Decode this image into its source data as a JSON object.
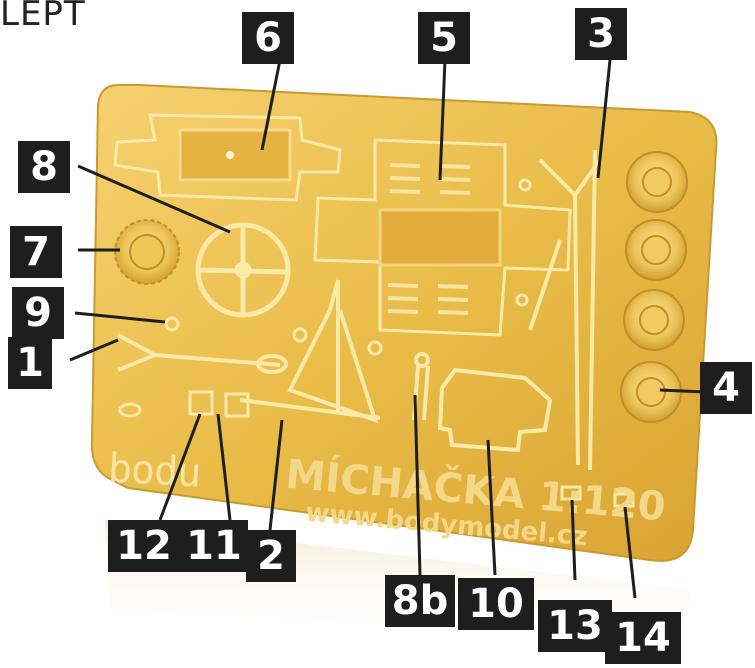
{
  "heading": "LEPT",
  "plate": {
    "brand": "bodu",
    "model_name": "MÍCHAČKA 1:120",
    "website": "www.bodymodel.cz"
  },
  "labels": {
    "l1": "1",
    "l2": "2",
    "l3": "3",
    "l4": "4",
    "l5": "5",
    "l6": "6",
    "l7": "7",
    "l8": "8",
    "l8b": "8b",
    "l9": "9",
    "l10": "10",
    "l11": "11",
    "l12": "12",
    "l13": "13",
    "l14": "14"
  },
  "colors": {
    "brass": "#e8bb47",
    "brass_dark": "#b78a23",
    "brass_light": "#f8dc86",
    "tag_bg": "#1e1e1e",
    "tag_text": "#ffffff"
  }
}
